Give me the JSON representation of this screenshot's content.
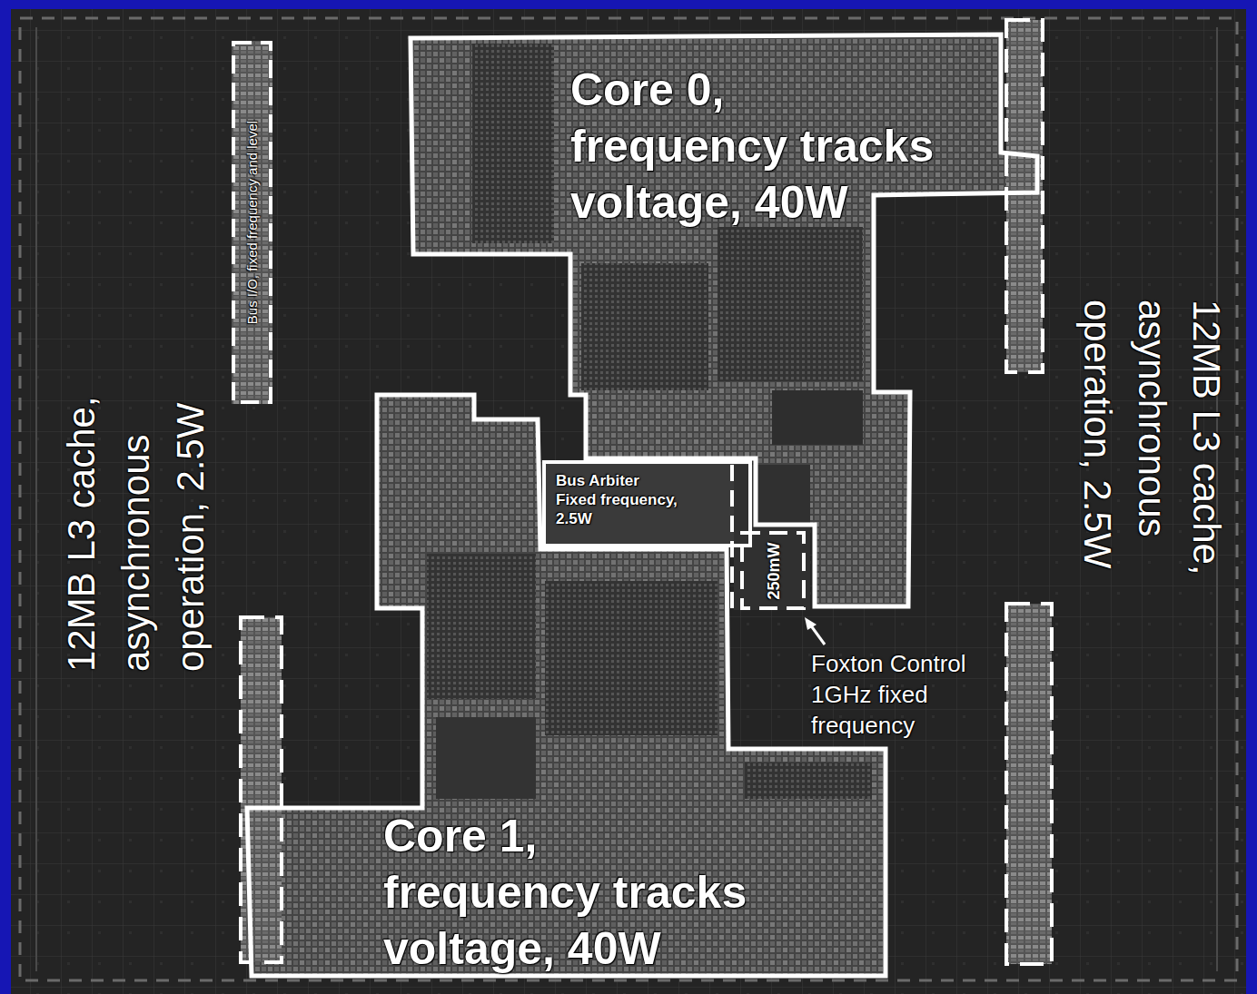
{
  "diagram": {
    "nodes": [
      {
        "text": [
          "Core 0, frequency tracks voltage, 40W"
        ]
      },
      {
        "text": [
          "Bus I/O, fixed frequency and level"
        ]
      },
      {
        "text": [
          "Bus Arbiter Fixed frequency, 2.5W"
        ]
      },
      {
        "text": [
          "250mW"
        ]
      },
      {
        "text": [
          "Core 1, frequency tracks voltage, 40W"
        ]
      }
    ],
    "labels": [
      "12MB L3 cache, asynchronous operation, 2.5W",
      "Foxton Control 1GHz fixed frequency",
      "12MB L3 cache, asynchronous operation, 2.5W"
    ]
  }
}
